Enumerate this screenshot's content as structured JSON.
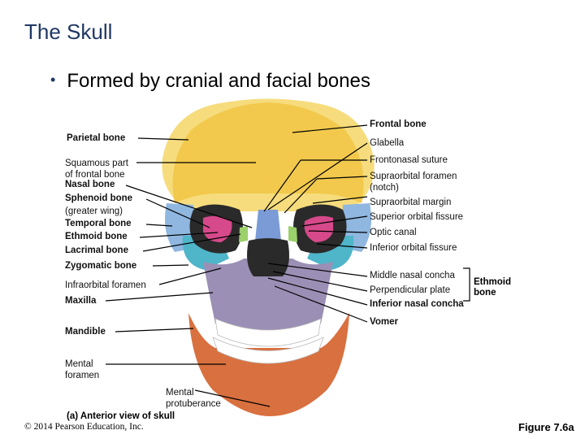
{
  "title": "The Skull",
  "bullet": "Formed by cranial and facial bones",
  "labels_left": [
    {
      "id": "parietal",
      "text": "Parietal bone",
      "bold": true
    },
    {
      "id": "squamous",
      "text": "Squamous part\nof frontal bone",
      "bold": false
    },
    {
      "id": "nasal",
      "text": "Nasal bone",
      "bold": true
    },
    {
      "id": "sphenoid",
      "text": "Sphenoid bone",
      "bold": true
    },
    {
      "id": "greaterwing",
      "text": "(greater wing)",
      "bold": false
    },
    {
      "id": "temporal",
      "text": "Temporal bone",
      "bold": true
    },
    {
      "id": "ethmoidL",
      "text": "Ethmoid bone",
      "bold": true
    },
    {
      "id": "lacrimal",
      "text": "Lacrimal bone",
      "bold": true
    },
    {
      "id": "zygomatic",
      "text": "Zygomatic bone",
      "bold": true
    },
    {
      "id": "infraorbital",
      "text": "Infraorbital foramen",
      "bold": false
    },
    {
      "id": "maxilla",
      "text": "Maxilla",
      "bold": true
    },
    {
      "id": "mandible",
      "text": "Mandible",
      "bold": true
    },
    {
      "id": "mental_foramen",
      "text": "Mental\nforamen",
      "bold": false
    },
    {
      "id": "mental_prot",
      "text": "Mental\nprotuberance",
      "bold": false
    }
  ],
  "labels_right": [
    {
      "id": "frontal",
      "text": "Frontal bone",
      "bold": true
    },
    {
      "id": "glabella",
      "text": "Glabella",
      "bold": false
    },
    {
      "id": "frontonasal",
      "text": "Frontonasal suture",
      "bold": false
    },
    {
      "id": "supraorbital_foramen",
      "text": "Supraorbital foramen\n(notch)",
      "bold": false
    },
    {
      "id": "supraorbital_margin",
      "text": "Supraorbital margin",
      "bold": false
    },
    {
      "id": "superior_fissure",
      "text": "Superior orbital fissure",
      "bold": false
    },
    {
      "id": "optic",
      "text": "Optic canal",
      "bold": false
    },
    {
      "id": "inferior_fissure",
      "text": "Inferior orbital fissure",
      "bold": false
    },
    {
      "id": "middle_concha",
      "text": "Middle nasal concha",
      "bold": false
    },
    {
      "id": "perpendicular",
      "text": "Perpendicular plate",
      "bold": false
    },
    {
      "id": "inferior_concha",
      "text": "Inferior nasal concha",
      "bold": true
    },
    {
      "id": "vomer",
      "text": "Vomer",
      "bold": true
    }
  ],
  "ethmoid_bracket": "Ethmoid\nbone",
  "caption": "(a) Anterior view of skull",
  "copyright": "© 2014 Pearson Education, Inc.",
  "figure_number": "Figure 7.6a",
  "colors": {
    "title": "#1f3864",
    "frontal": "#f2c94c",
    "parietal": "#f6dc7c",
    "temporal": "#8fb7e0",
    "sphenoid": "#d6498a",
    "zygomatic": "#4fb5c9",
    "maxilla": "#9b8fb5",
    "nasal": "#7a9bd6",
    "mandible": "#d9703f",
    "lacrimal": "#9bd06a"
  }
}
